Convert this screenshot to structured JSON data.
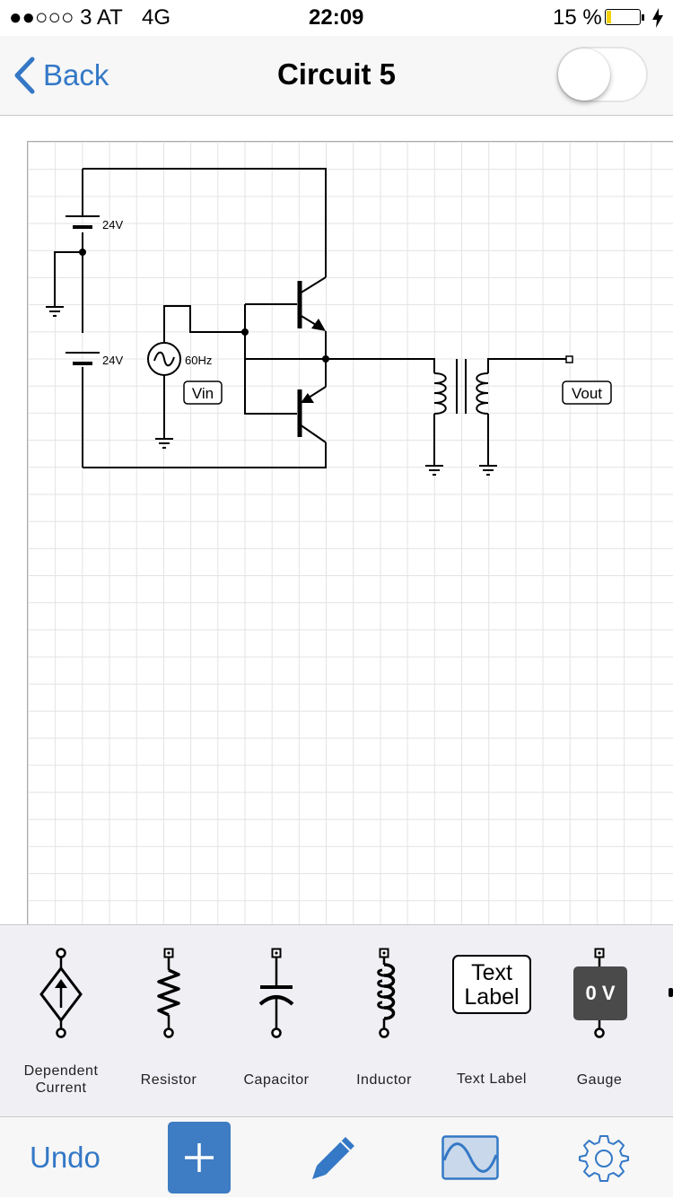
{
  "status_bar": {
    "carrier": "●●○○○ 3 AT",
    "network": "4G",
    "time": "22:09",
    "battery_percent": "15 %",
    "battery_level": 0.15
  },
  "nav": {
    "back_label": "Back",
    "title": "Circuit 5",
    "toggle_on": false
  },
  "circuit": {
    "battery_top_label": "24V",
    "battery_bottom_label": "24V",
    "source_freq_label": "60Hz",
    "vin_label": "Vin",
    "vout_label": "Vout"
  },
  "palette": {
    "items": [
      {
        "label_line1": "Dependent",
        "label_line2": "Current"
      },
      {
        "label_line1": "Resistor"
      },
      {
        "label_line1": "Capacitor"
      },
      {
        "label_line1": "Inductor"
      },
      {
        "label_line1": "Text Label",
        "icon_text_line1": "Text",
        "icon_text_line2": "Label"
      },
      {
        "label_line1": "Gauge",
        "icon_text": "0 V"
      }
    ]
  },
  "toolbar": {
    "undo_label": "Undo"
  },
  "colors": {
    "accent": "#3478c6",
    "add_button": "#3e7cc3",
    "gauge_fill": "#4a4a4a"
  }
}
